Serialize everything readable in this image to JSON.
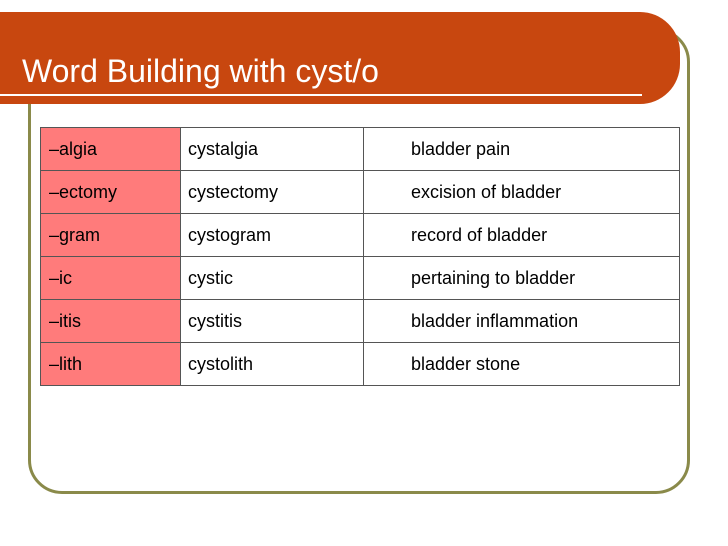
{
  "slide": {
    "title": "Word Building with cyst/o"
  },
  "colors": {
    "title_bar": "#c8470f",
    "frame_border": "#8a8a4a",
    "suffix_cell": "#ff7b7b"
  },
  "table": {
    "rows": [
      {
        "suffix": "–algia",
        "word": "cystalgia",
        "meaning": "bladder pain"
      },
      {
        "suffix": "–ectomy",
        "word": "cystectomy",
        "meaning": "excision of bladder"
      },
      {
        "suffix": "–gram",
        "word": "cystogram",
        "meaning": "record of bladder"
      },
      {
        "suffix": "–ic",
        "word": "cystic",
        "meaning": "pertaining to bladder"
      },
      {
        "suffix": "–itis",
        "word": "cystitis",
        "meaning": "bladder inflammation"
      },
      {
        "suffix": "–lith",
        "word": "cystolith",
        "meaning": "bladder stone"
      }
    ]
  }
}
